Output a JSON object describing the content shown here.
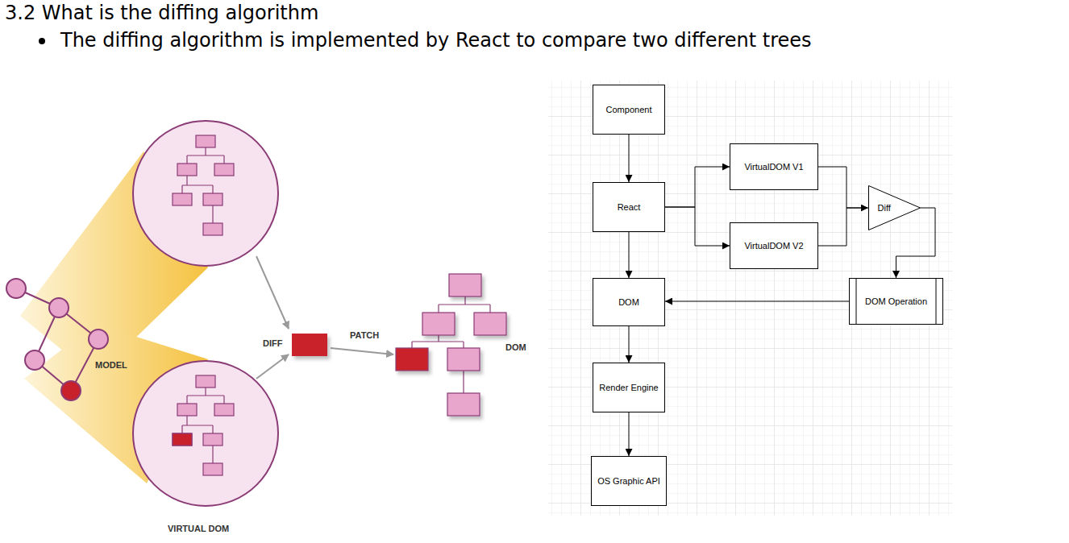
{
  "diagram": {
    "title": "3.2 What is the diffing algorithm",
    "nodes": [
      {
        "text": [
          "Component"
        ]
      },
      {
        "text": [
          "React"
        ]
      },
      {
        "text": [
          "VirtualDOM V1"
        ]
      },
      {
        "text": [
          "VirtualDOM V2"
        ]
      },
      {
        "text": [
          "Diff"
        ]
      },
      {
        "text": [
          "DOM"
        ]
      },
      {
        "text": [
          "DOM Operation"
        ]
      },
      {
        "text": [
          "Render Engine"
        ]
      },
      {
        "text": [
          "OS Graphic API"
        ]
      }
    ],
    "edges": [
      {
        "from": 0,
        "to": 1,
        "arrow": "to"
      },
      {
        "from": 1,
        "to": 2,
        "arrow": "to"
      },
      {
        "from": 1,
        "to": 3,
        "arrow": "to"
      },
      {
        "from": 1,
        "to": 5,
        "arrow": "to"
      },
      {
        "from": 2,
        "to": 4,
        "arrow": "to"
      },
      {
        "from": 3,
        "to": 4,
        "arrow": "to"
      },
      {
        "from": 4,
        "to": 6,
        "arrow": "to"
      },
      {
        "from": 6,
        "to": 5,
        "arrow": "to"
      },
      {
        "from": 5,
        "to": 7,
        "arrow": "to"
      },
      {
        "from": 7,
        "to": 8,
        "arrow": "to"
      }
    ],
    "labels": [
      "The diffing algorithm is implemented by React to compare two different trees",
      "MODEL",
      "DIFF",
      "PATCH",
      "DOM",
      "VIRTUAL DOM"
    ]
  }
}
